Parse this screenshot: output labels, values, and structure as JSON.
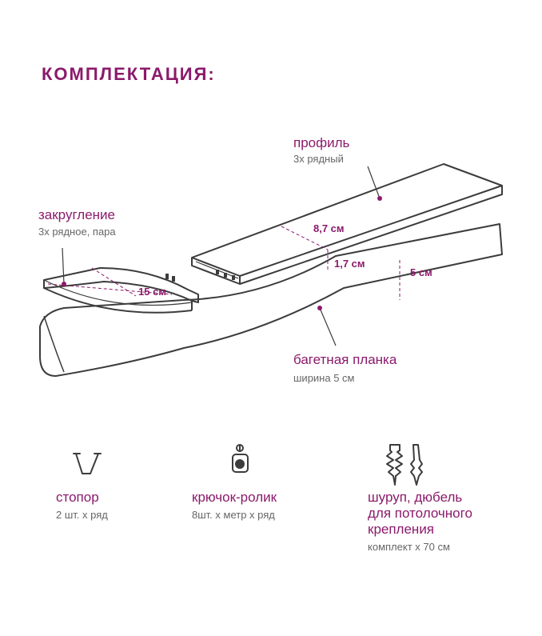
{
  "title": "КОМПЛЕКТАЦИЯ:",
  "colors": {
    "accent": "#8b1a6b",
    "line": "#3c3c3c",
    "dim_line": "#8b1a6b",
    "sub_text": "#666666"
  },
  "parts": {
    "profile": {
      "label": "профиль",
      "sub": "3х рядный",
      "width": "8,7 см",
      "height": "1,7 см"
    },
    "corner": {
      "label": "закругление",
      "sub": "3х рядное, пара",
      "length": "15 см"
    },
    "baguette": {
      "label": "багетная планка",
      "sub": "ширина 5 см",
      "height": "5 см"
    }
  },
  "accessories": [
    {
      "icon": "stopper-icon",
      "label": "стопор",
      "sub": "2 шт. х ряд"
    },
    {
      "icon": "hook-roller-icon",
      "label": "крючок-ролик",
      "sub": "8шт. х метр х ряд"
    },
    {
      "icon": "screw-dowel-icon",
      "label_lines": [
        "шуруп, дюбель",
        "для потолочного",
        "крепления"
      ],
      "sub": "комплект х 70 см"
    }
  ]
}
